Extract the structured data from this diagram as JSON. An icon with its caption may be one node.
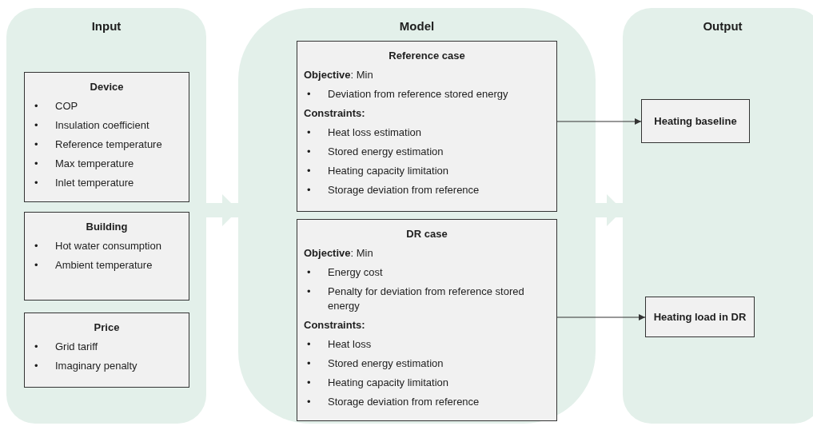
{
  "diagram": {
    "nodes": [
      {
        "text": [
          "Input"
        ]
      },
      {
        "text": [
          "Device",
          "•",
          "COP",
          "•",
          "Insulation coefficient",
          "•",
          "Reference temperature",
          "•",
          "Max temperature",
          "•",
          "Inlet temperature"
        ],
        "in": 0
      },
      {
        "text": [
          "Building",
          "•",
          "Hot water consumption",
          "•",
          "Ambient temperature"
        ],
        "in": 0
      },
      {
        "text": [
          "Price",
          "•",
          "Grid tariff",
          "•",
          "Imaginary penalty"
        ],
        "in": 0
      },
      {
        "text": [
          "Model"
        ]
      },
      {
        "text": [
          "Reference case",
          "**Objective**: Min",
          "•",
          "Deviation from reference stored energy",
          "Constraints:",
          "•",
          "Heat loss estimation",
          "•",
          "Stored energy estimation",
          "•",
          "Heating capacity limitation",
          "•",
          "Storage deviation from reference"
        ],
        "in": 4
      },
      {
        "text": [
          "DR case",
          "**Objective**: Min",
          "•",
          "Energy cost",
          "•",
          "Penalty for deviation from reference stored energy",
          "Constraints:",
          "•",
          "Heat loss",
          "•",
          "Stored energy estimation",
          "•",
          "Heating capacity limitation",
          "•",
          "Storage deviation from reference"
        ],
        "in": 4
      },
      {
        "text": [
          "Output"
        ]
      },
      {
        "text": [
          "Heating baseline"
        ],
        "in": 7
      },
      {
        "text": [
          "Heating load in DR"
        ],
        "in": 7
      }
    ],
    "edges": [
      {
        "from": 0,
        "to": 4,
        "arrow": "to",
        "style": "thick",
        "color": "#e3f0ea"
      },
      {
        "from": 4,
        "to": 7,
        "arrow": "to",
        "style": "thick",
        "color": "#e3f0ea"
      },
      {
        "from": 5,
        "to": 8,
        "arrow": "to",
        "color": "#333333"
      },
      {
        "from": 6,
        "to": 9,
        "arrow": "to",
        "color": "#333333"
      }
    ]
  }
}
